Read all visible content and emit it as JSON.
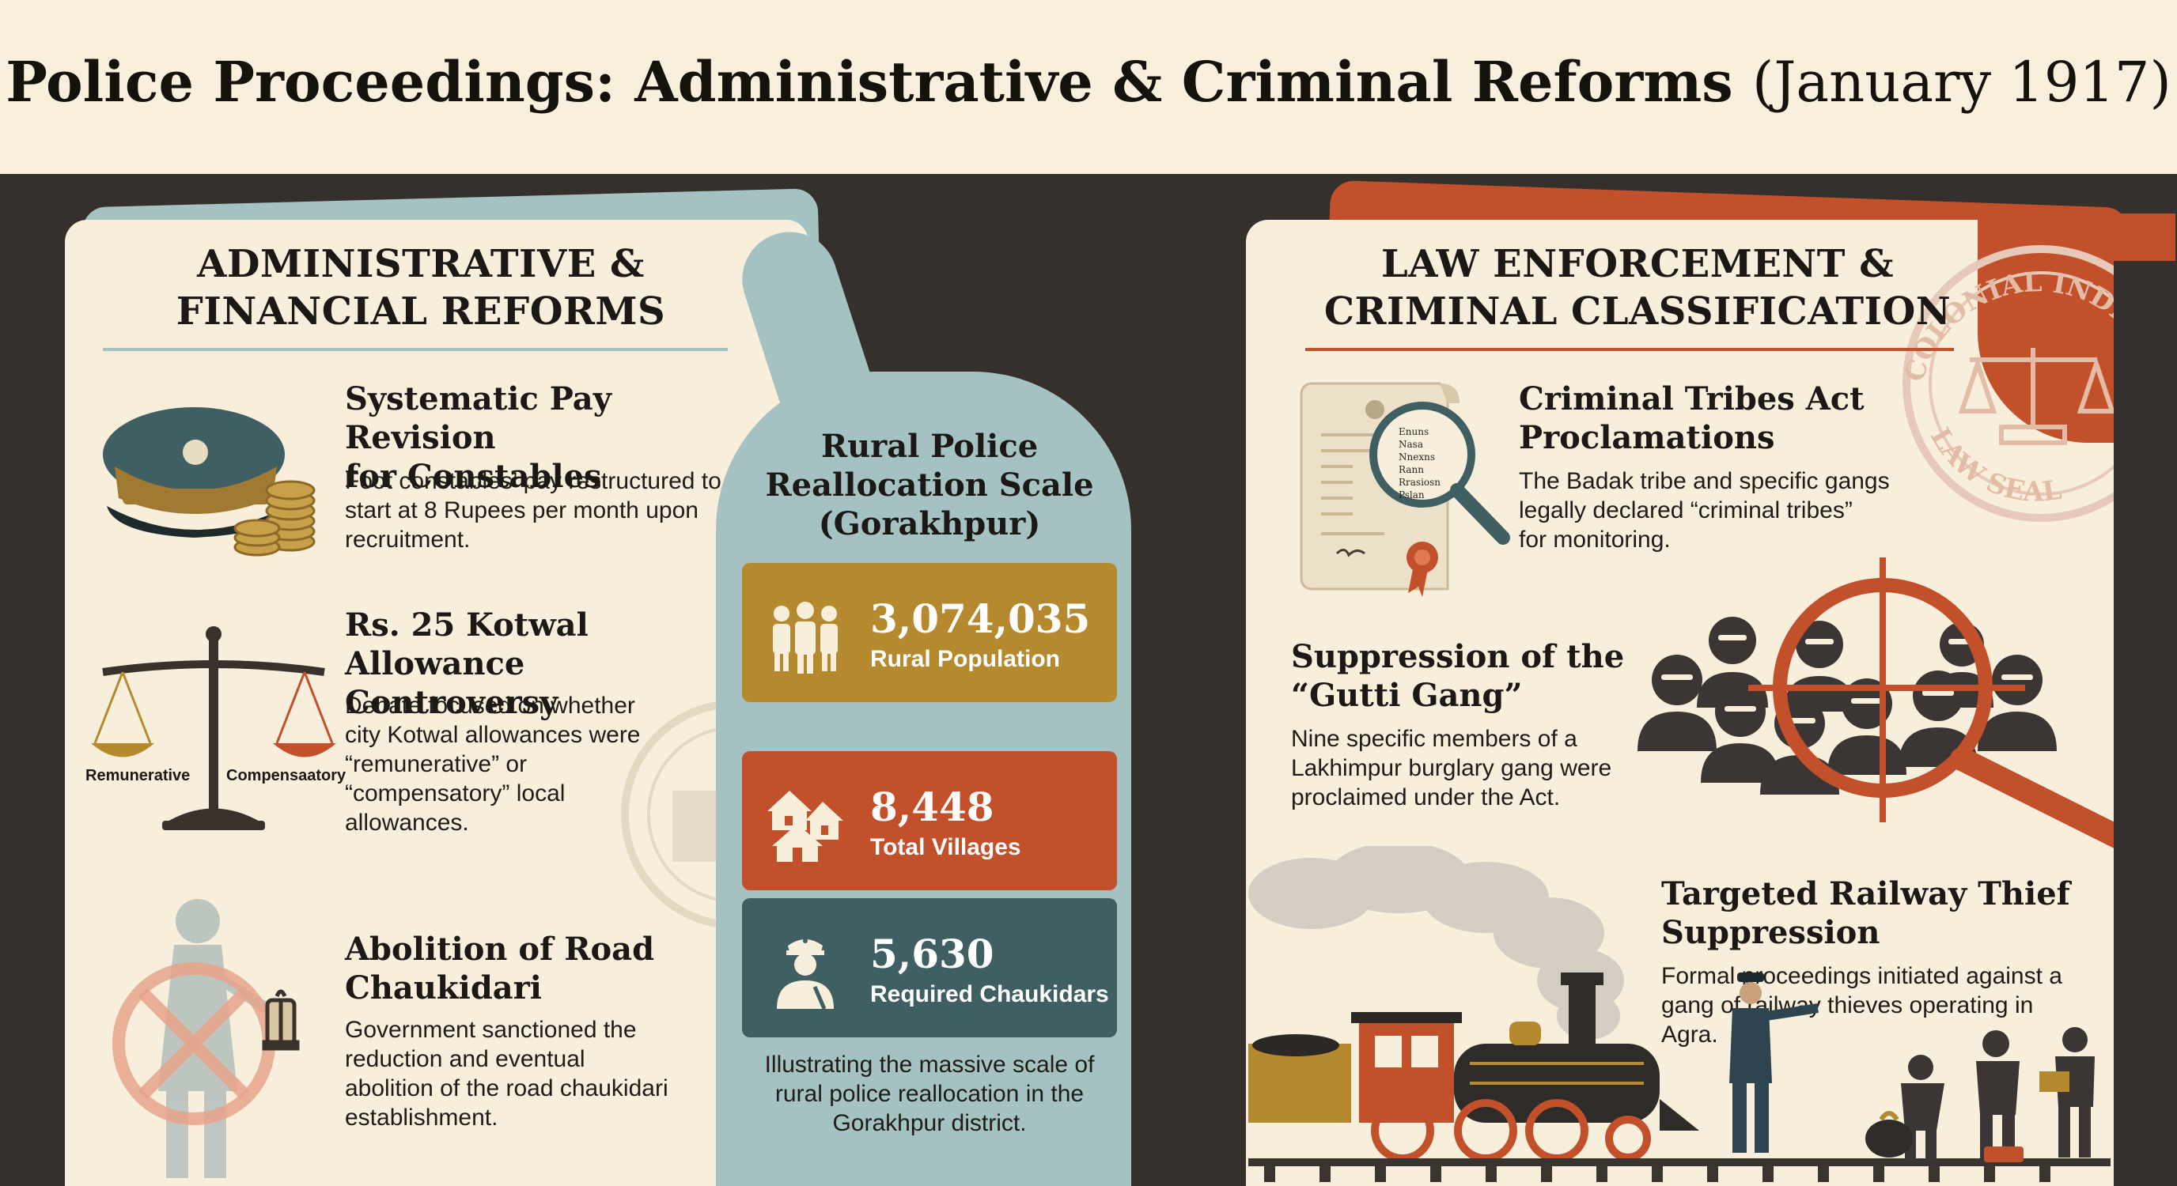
{
  "header": {
    "title_bold": "Police Proceedings: Administrative & Criminal Reforms",
    "title_light": "(January 1917)"
  },
  "left": {
    "heading_line1": "ADMINISTRATIVE &",
    "heading_line2": "FINANCIAL REFORMS",
    "sections": [
      {
        "title_line1": "Systematic Pay Revision",
        "title_line2": "for Constables",
        "body": [
          "Foot constables’ pay restructured to",
          "start at 8 Rupees per month upon",
          "recruitment."
        ],
        "icon": "police-cap-coins-icon"
      },
      {
        "title_line1": "Rs. 25 Kotwal Allowance",
        "title_line2": "Controversy",
        "body": [
          "Debate focused on whether",
          "city Kotwal allowances were",
          "“remunerative” or",
          "“compensatory” local",
          "allowances."
        ],
        "icon": "balance-scale-icon",
        "scale_left_label": "Remunerative",
        "scale_right_label": "Compensaatory"
      },
      {
        "title_line1": "Abolition of Road",
        "title_line2": "Chaukidari",
        "body": [
          "Government sanctioned the",
          "reduction and eventual",
          "abolition of the road chaukidari",
          "establishment."
        ],
        "icon": "crossed-out-watchman-icon"
      }
    ]
  },
  "center": {
    "title_line1": "Rural Police",
    "title_line2": "Reallocation Scale",
    "title_line3": "(Gorakhpur)",
    "stats": [
      {
        "value": "3,074,035",
        "label": "Rural Population",
        "color": "#b58a2e",
        "icon": "people-icon"
      },
      {
        "value": "8,448",
        "label": "Total Villages",
        "color": "#c2502b",
        "icon": "houses-icon"
      },
      {
        "value": "5,630",
        "label": "Required Chaukidars",
        "color": "#3f5f63",
        "icon": "policeman-icon"
      }
    ],
    "caption": [
      "Illustrating the massive scale of",
      "rural police reallocation in the",
      "Gorakhpur district."
    ]
  },
  "right": {
    "heading_line1": "LAW ENFORCEMENT &",
    "heading_line2": "CRIMINAL CLASSIFICATION",
    "seal_text_top": "COLONIAL INDIA",
    "seal_text_bottom": "LAW SEAL",
    "sections": [
      {
        "title_line1": "Criminal Tribes Act",
        "title_line2": "Proclamations",
        "body": [
          "The Badak tribe and specific gangs",
          "legally declared “criminal tribes”",
          "for monitoring."
        ],
        "icon": "document-magnifier-icon",
        "doc_lines": [
          "Enuns",
          "Nasa",
          "Nnexns",
          "Rann",
          "Rrasiosn",
          "Pslan"
        ]
      },
      {
        "title_line1": "Suppression of the",
        "title_line2": "“Gutti Gang”",
        "body": [
          "Nine specific members of a",
          "Lakhimpur burglary gang were",
          "proclaimed under the Act."
        ],
        "icon": "targeted-gang-icon"
      },
      {
        "title_line1": "Targeted Railway Thief",
        "title_line2": "Suppression",
        "body": [
          "Formal proceedings initiated against a",
          "gang of railway thieves operating in",
          "Agra."
        ],
        "icon": "steam-train-icon"
      }
    ]
  },
  "colors": {
    "background": "#f8efdd",
    "dark": "#35302c",
    "teal": "#a5c2c3",
    "rust": "#c2502b",
    "gold": "#b58a2e",
    "slate": "#3f5f63"
  }
}
